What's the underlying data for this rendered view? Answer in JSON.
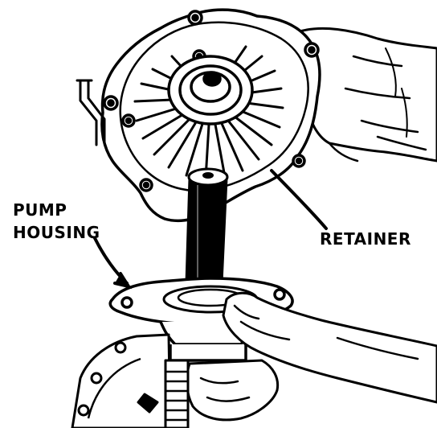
{
  "labels": {
    "pump_housing_line1": "PUMP",
    "pump_housing_line2": "HOUSING",
    "retainer": "RETAINER"
  },
  "colors": {
    "ink": "#000000",
    "paper": "#ffffff"
  }
}
